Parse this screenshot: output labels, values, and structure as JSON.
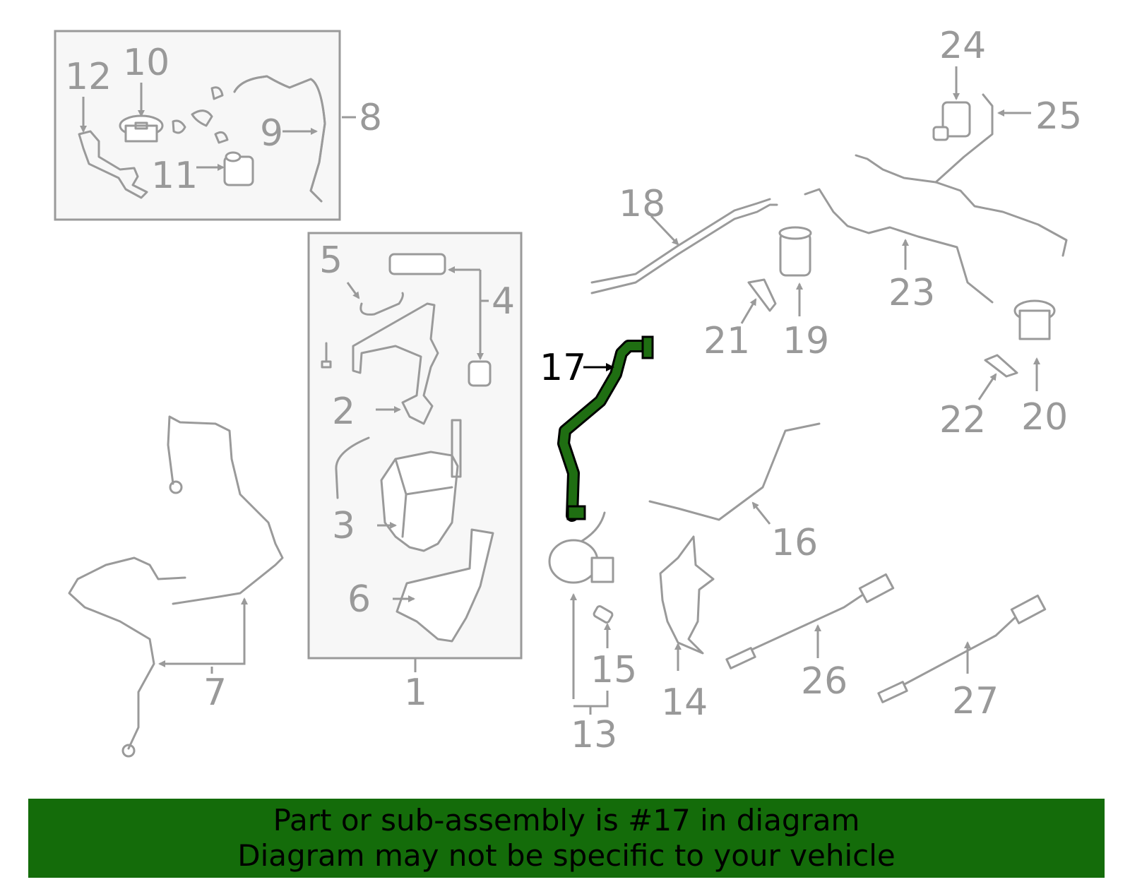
{
  "diagram": {
    "highlight_color": "#146c0a",
    "highlighted_part": "17",
    "callouts": [
      "1",
      "2",
      "3",
      "4",
      "5",
      "6",
      "7",
      "8",
      "9",
      "10",
      "11",
      "12",
      "13",
      "14",
      "15",
      "16",
      "17",
      "18",
      "19",
      "20",
      "21",
      "22",
      "23",
      "24",
      "25",
      "26",
      "27"
    ]
  },
  "banner": {
    "line1": "Part or sub-assembly is #17 in diagram",
    "line2": "Diagram may not be specific to your vehicle"
  }
}
